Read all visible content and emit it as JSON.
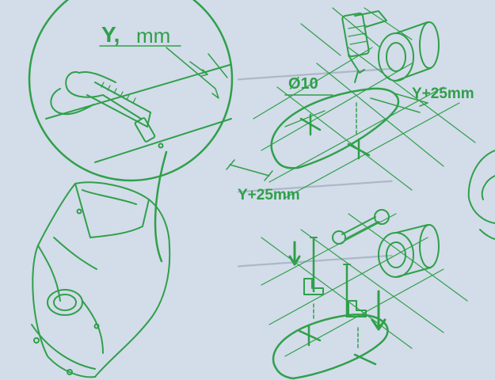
{
  "colors": {
    "line": "#2fa04a",
    "paper": "#d3dce9",
    "bleed": "#7d8b9e"
  },
  "labels": {
    "measure_var": "Y,",
    "measure_unit": "mm",
    "hole_diameter": "Ø10",
    "offset_right": "Y+25mm",
    "offset_left": "Y+25mm"
  },
  "steps": [
    {
      "name": "measure-toilet-pan",
      "icon": "tape-measure-icon"
    },
    {
      "name": "drill-holes",
      "icon": "drill-icon"
    },
    {
      "name": "fix-brackets",
      "icon": "wrench-icon"
    }
  ]
}
